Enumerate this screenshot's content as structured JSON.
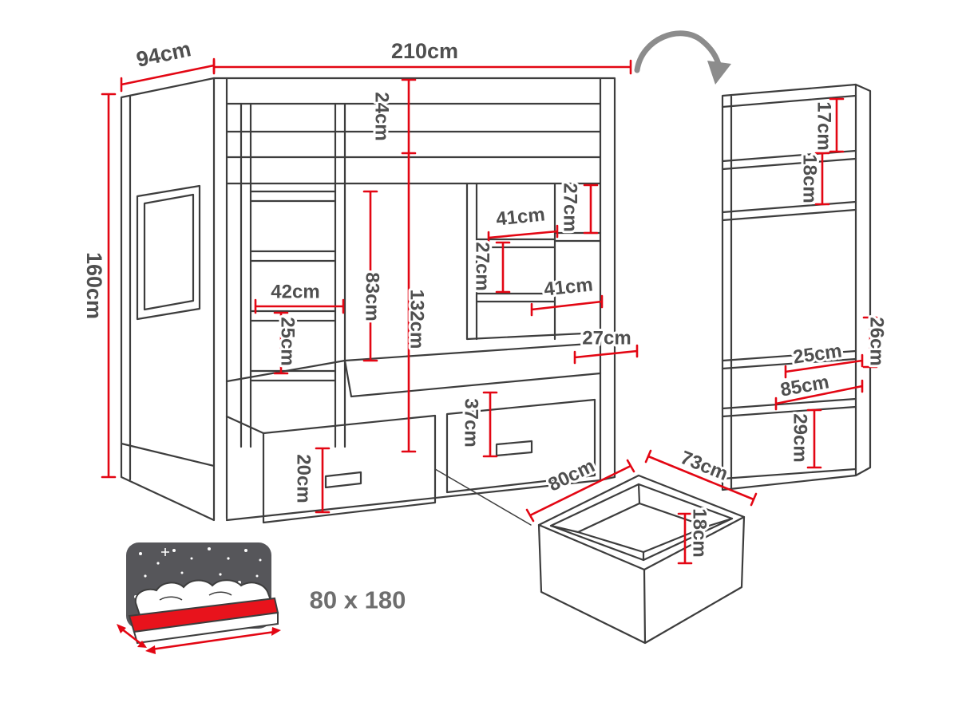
{
  "title": "Bunk bed dimension diagram",
  "colors": {
    "line_art": "#3d3d3d",
    "dimension_red": "#e30613",
    "label_text": "#4f4f4f",
    "mattress_red": "#e8131c",
    "backdrop_gray": "#56565a",
    "rotate_arrow_gray": "#8c8c8c",
    "background": "#ffffff"
  },
  "bed_front": {
    "width": "210cm",
    "depth": "94cm",
    "height": "160cm",
    "guard_rail_height": "24cm",
    "rail_to_floor": "132cm",
    "under_bunk_clearance": "83cm",
    "ladder_width": "42cm",
    "ladder_step_spacing": "25cm",
    "shelf_top_right_height": "27cm",
    "shelf_upper_width": "41cm",
    "shelf_middle_gap": "27cm",
    "shelf_lower_width": "41cm",
    "shelf_depth": "27cm",
    "drawer_front_height": "37cm",
    "plinth_height": "20cm"
  },
  "side_view": {
    "top_gap": "17cm",
    "second_gap": "18cm",
    "upper_depth": "26cm",
    "lower_gap": "25cm",
    "lower_height": "85cm",
    "bottom_gap": "29cm"
  },
  "drawer_unit": {
    "width": "80cm",
    "depth": "73cm",
    "height": "18cm"
  },
  "mattress": {
    "size": "80 x 180"
  }
}
